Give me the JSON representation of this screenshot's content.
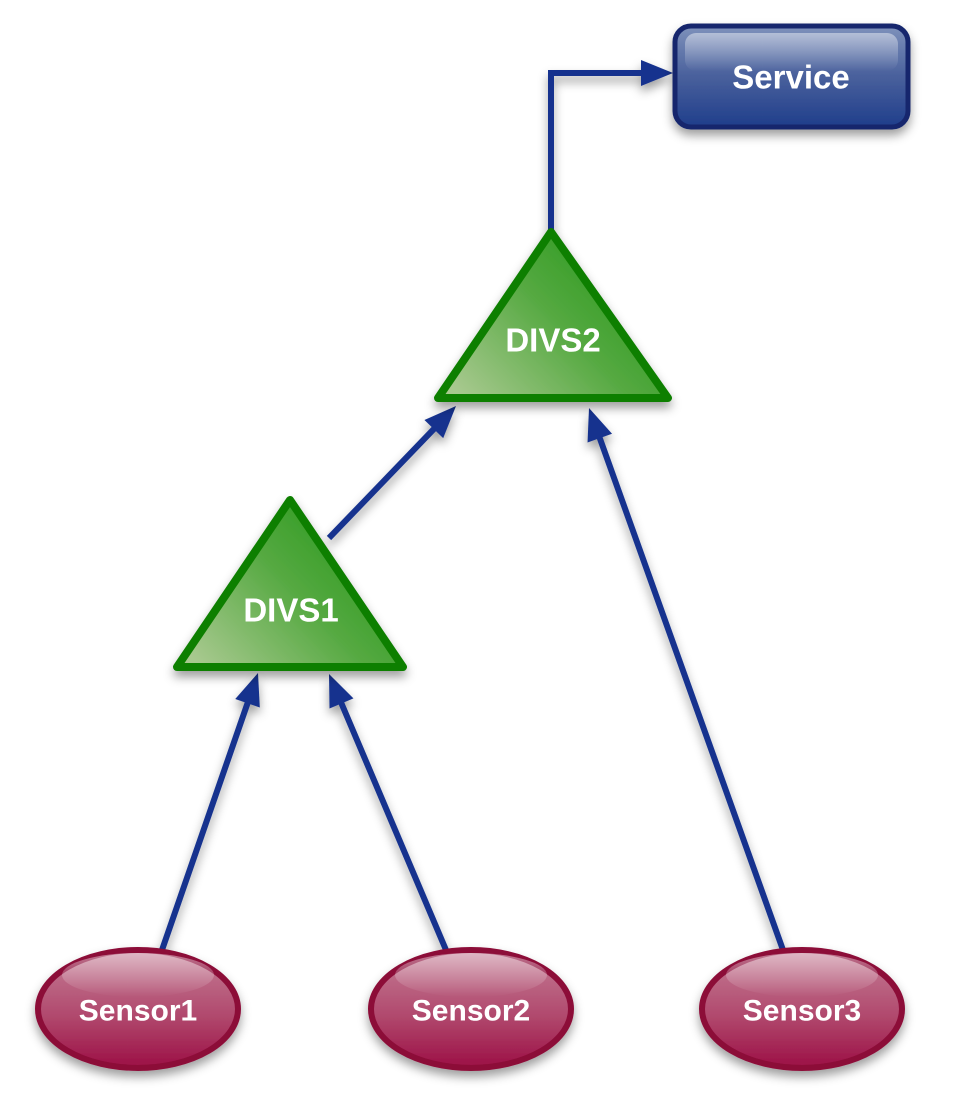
{
  "colors": {
    "background": "#ffffff",
    "edge": "#16338e",
    "label_text": "#ffffff",
    "blue_border": "#12266d",
    "blue_top": "#7e91bb",
    "blue_mid": "#49609c",
    "blue_bottom": "#1f3e8b",
    "green_border": "#117f00",
    "green_light": "#a8c98f",
    "green_mid": "#55a941",
    "green_dark": "#1f9512",
    "red_border": "#8c0a38",
    "red_top": "#c47e96",
    "red_mid": "#b14a6e",
    "red_bottom": "#9c0f45"
  },
  "nodes": {
    "service": {
      "label": "Service",
      "shape": "rounded-rectangle"
    },
    "divs2": {
      "label": "DIVS2",
      "shape": "triangle"
    },
    "divs1": {
      "label": "DIVS1",
      "shape": "triangle"
    },
    "sensor1": {
      "label": "Sensor1",
      "shape": "ellipse"
    },
    "sensor2": {
      "label": "Sensor2",
      "shape": "ellipse"
    },
    "sensor3": {
      "label": "Sensor3",
      "shape": "ellipse"
    }
  },
  "edges": [
    {
      "from": "Sensor1",
      "to": "DIVS1"
    },
    {
      "from": "Sensor2",
      "to": "DIVS1"
    },
    {
      "from": "DIVS1",
      "to": "DIVS2"
    },
    {
      "from": "Sensor3",
      "to": "DIVS2"
    },
    {
      "from": "DIVS2",
      "to": "Service"
    }
  ]
}
